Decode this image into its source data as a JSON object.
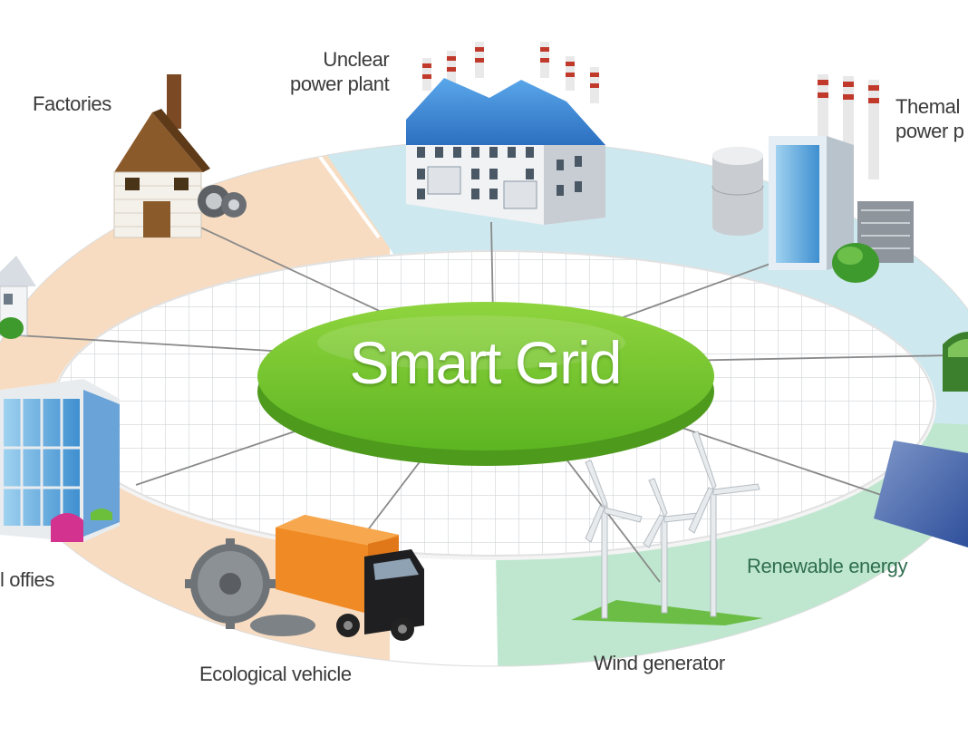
{
  "title": "Smart Grid",
  "nodes": {
    "nuclear": [
      "Unclear",
      "power plant"
    ],
    "thermal": [
      "Themal",
      "power p"
    ],
    "factories": "Factories",
    "offices": "l offies",
    "vehicle": "Ecological vehicle",
    "wind": "Wind generator",
    "renewable": "Renewable energy"
  },
  "colors": {
    "hub_green": "#6cc02b",
    "hub_green_dark": "#4e9a1c",
    "sector_peach": "#f7dcc1",
    "sector_blue": "#cde8ee",
    "sector_green": "#bfe7cf",
    "grid_line": "#cfd3d6",
    "spoke": "#8a8a8a"
  }
}
